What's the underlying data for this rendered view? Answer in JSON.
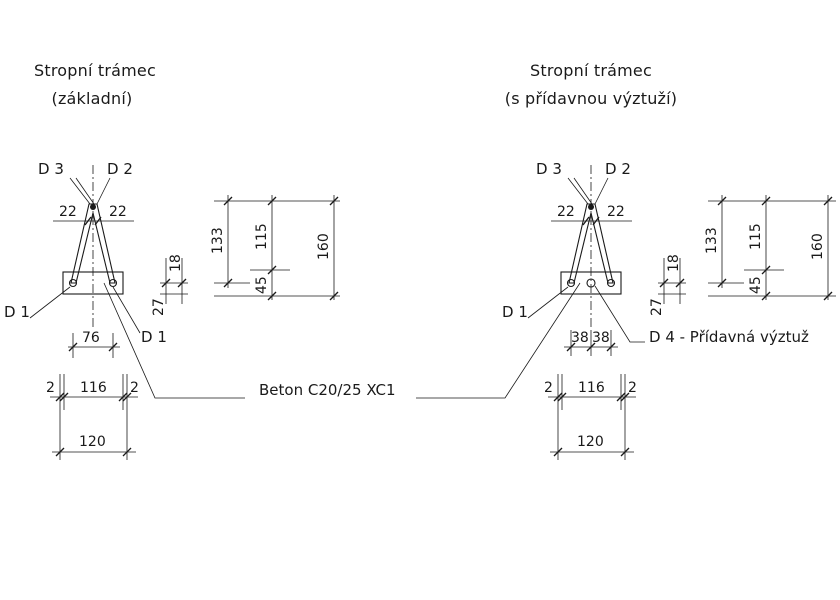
{
  "left": {
    "title_line1": "Stropní trámec",
    "title_line2": "(základní)",
    "label_d3": "D 3",
    "label_d2": "D 2",
    "label_d1_left": "D 1",
    "label_d1_bottom": "D 1",
    "dim_top_left": "22",
    "dim_top_right": "22",
    "dim_bars": "76",
    "dim_edge_left": "2",
    "dim_inner": "116",
    "dim_edge_right": "2",
    "dim_total": "120",
    "dim_cover": "27",
    "dim_slab": "18",
    "dim_h_total": "133",
    "dim_h_mid": "115",
    "dim_h_low": "45",
    "dim_h_outer": "160"
  },
  "right": {
    "title_line1": "Stropní trámec",
    "title_line2": "(s přídavnou výztuží)",
    "label_d3": "D 3",
    "label_d2": "D 2",
    "label_d1": "D 1",
    "label_d4": "D 4 - Přídavná výztuž",
    "dim_top_left": "22",
    "dim_top_right": "22",
    "dim_bar_left": "38",
    "dim_bar_right": "38",
    "dim_edge_left": "2",
    "dim_inner": "116",
    "dim_edge_right": "2",
    "dim_total": "120",
    "dim_cover": "27",
    "dim_slab": "18",
    "dim_h_total": "133",
    "dim_h_mid": "115",
    "dim_h_low": "45",
    "dim_h_outer": "160"
  },
  "concrete_label": "Beton C20/25 XC1"
}
